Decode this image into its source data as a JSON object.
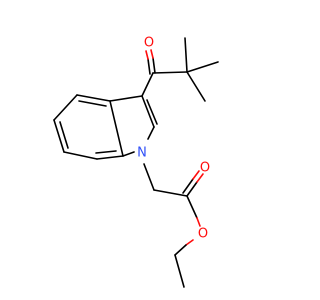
{
  "molecule": {
    "atoms": [
      {
        "id": "o-ketone",
        "symbol": "O",
        "color": "#ff0d0d"
      },
      {
        "id": "n-indole",
        "symbol": "N",
        "color": "#3050f8"
      },
      {
        "id": "o-carbonyl",
        "symbol": "O",
        "color": "#ff0d0d"
      },
      {
        "id": "o-ether",
        "symbol": "O",
        "color": "#ff0d0d"
      }
    ],
    "bond_color": "#000000"
  }
}
